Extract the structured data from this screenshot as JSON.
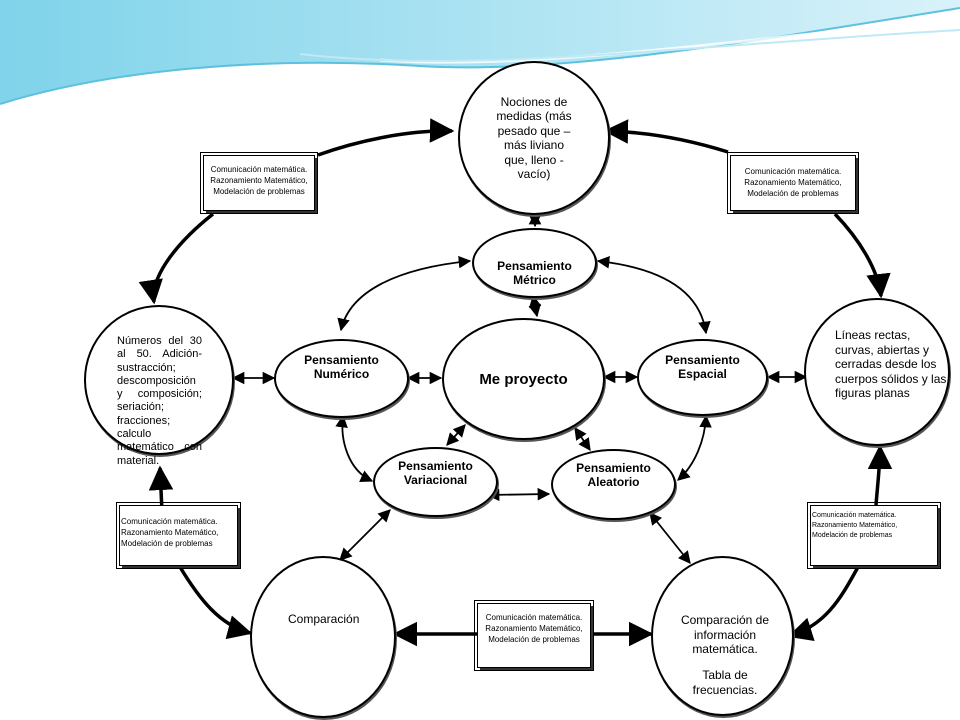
{
  "center": {
    "label": "Me proyecto"
  },
  "thinking": {
    "metrico": "Pensamiento Métrico",
    "numerico": "Pensamiento Numérico",
    "espacial": "Pensamiento Espacial",
    "variacional": "Pensamiento Variacional",
    "aleatorio": "Pensamiento Aleatorio"
  },
  "outer": {
    "top": "Nociones de medidas (más pesado que – más liviano que, lleno - vacío)",
    "left": "Números del 30 al 50. Adición- sustracción; descomposición y composición; seriación; fracciones; calculo matemático con material.",
    "right": "Líneas rectas, curvas, abiertas y cerradas desde los cuerpos sólidos y las figuras planas",
    "bottom_left": "Comparación",
    "bottom_right_1": "Comparación de información matemática.",
    "bottom_right_2": "Tabla de frecuencias."
  },
  "competence_box": {
    "line1": "Comunicación matemática.",
    "line2": "Razonamiento Matemático,",
    "line3": "Modelación de problemas"
  }
}
